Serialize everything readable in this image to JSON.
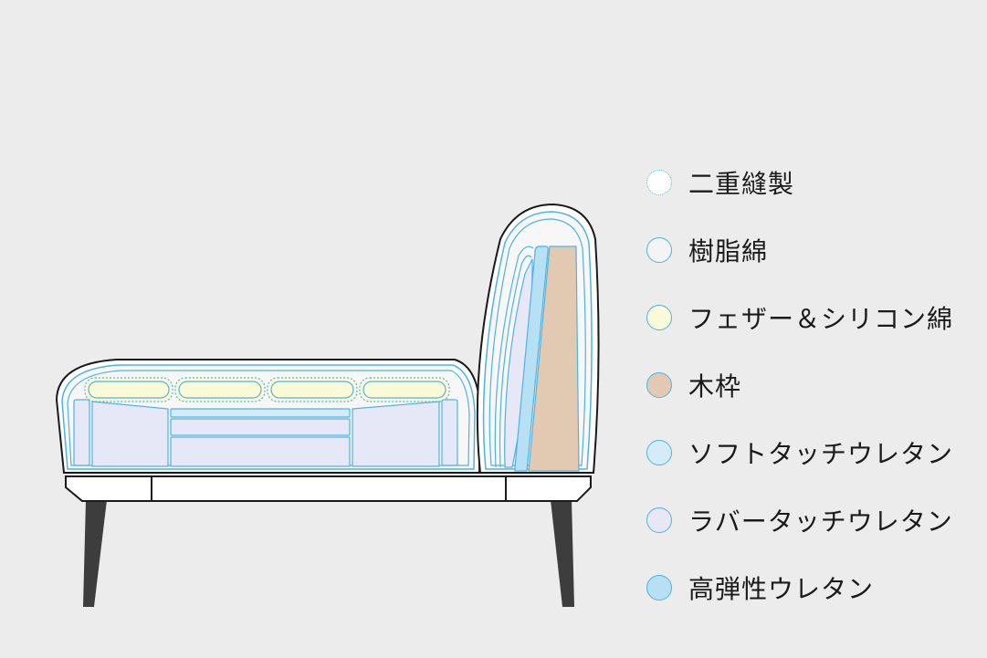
{
  "colors": {
    "background": "#ececec",
    "outline": "#1a1a1a",
    "line": "#4fb3e0",
    "leg": "#3d3d3d"
  },
  "legend": [
    {
      "label": "二重縫製",
      "icon": "double-stitch-icon",
      "color": "#ffffff",
      "style": "dotted"
    },
    {
      "label": "樹脂綿",
      "icon": "resin-cotton-icon",
      "color": "#f4f4f4",
      "style": "solid"
    },
    {
      "label": "フェザー＆シリコン綿",
      "icon": "feather-silicone-icon",
      "color": "#fbfad8",
      "style": "solid"
    },
    {
      "label": "木枠",
      "icon": "wood-frame-icon",
      "color": "#e2cab2",
      "style": "solid"
    },
    {
      "label": "ソフトタッチウレタン",
      "icon": "soft-touch-urethane-icon",
      "color": "#d4ecf8",
      "style": "solid"
    },
    {
      "label": "ラバータッチウレタン",
      "icon": "rubber-touch-urethane-icon",
      "color": "#e6e8f8",
      "style": "solid"
    },
    {
      "label": "高弾性ウレタン",
      "icon": "high-resilience-urethane-icon",
      "color": "#b8e0f5",
      "style": "solid"
    }
  ]
}
